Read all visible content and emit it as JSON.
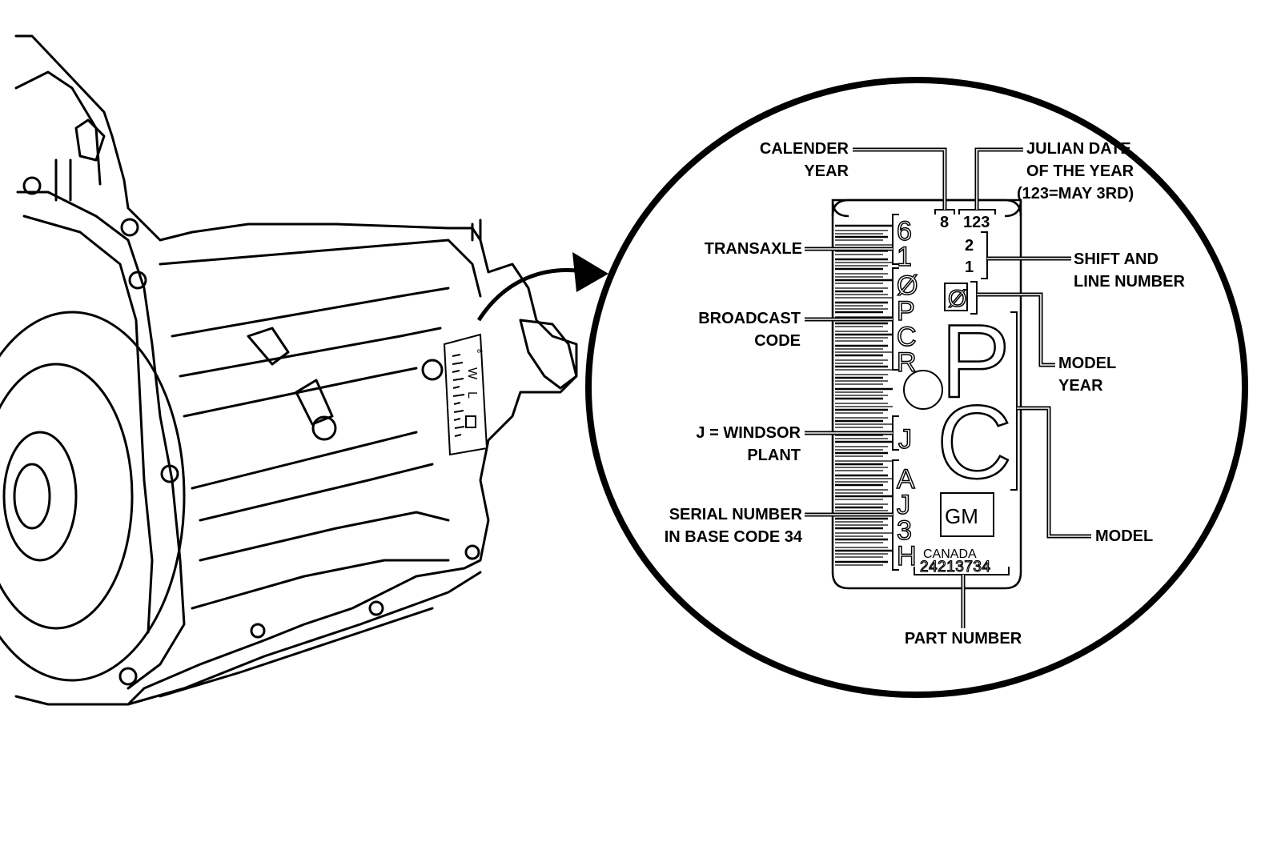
{
  "callouts": {
    "calendar_year": [
      "CALENDER",
      "YEAR"
    ],
    "julian_date": [
      "JULIAN DATE",
      "OF THE YEAR",
      "(123=MAY 3RD)"
    ],
    "transaxle": "TRANSAXLE",
    "shift_line": [
      "SHIFT AND",
      "LINE NUMBER"
    ],
    "broadcast_code": [
      "BROADCAST",
      "CODE"
    ],
    "model_year": [
      "MODEL",
      "YEAR"
    ],
    "windsor_plant": [
      "J = WINDSOR",
      "PLANT"
    ],
    "serial_number": [
      "SERIAL NUMBER",
      "IN BASE CODE 34"
    ],
    "model": "MODEL",
    "part_number": "PART NUMBER"
  },
  "label": {
    "calendar_year_digit": "8",
    "julian_digits": "123",
    "shift_digit": "2",
    "line_digit": "1",
    "transaxle_code": [
      "6",
      "1"
    ],
    "broadcast_code": [
      "Ø",
      "P",
      "C",
      "R"
    ],
    "plant_code": "J",
    "serial_code": [
      "A",
      "J",
      "3",
      "H"
    ],
    "model_year_glyph": "Ø",
    "model_letters": [
      "P",
      "C"
    ],
    "gm_logo": "GM",
    "canada": "CANADA",
    "part_number": "24213734"
  },
  "small_label": {
    "letters": [
      "W",
      "L"
    ],
    "digit": "8"
  }
}
